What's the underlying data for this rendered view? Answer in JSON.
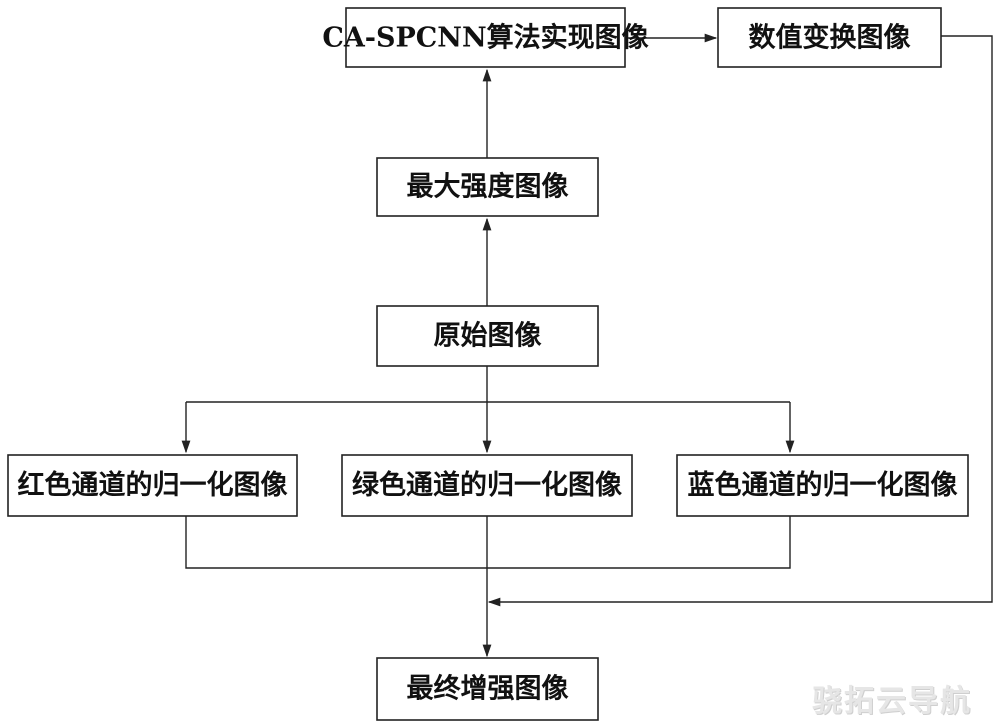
{
  "nodes": {
    "ca_spcnn": "CA-SPCNN算法实现图像",
    "value_transform": "数值变换图像",
    "max_intensity": "最大强度图像",
    "original": "原始图像",
    "red_norm": "红色通道的归一化图像",
    "green_norm": "绿色通道的归一化图像",
    "blue_norm": "蓝色通道的归一化图像",
    "final_enhanced": "最终增强图像"
  },
  "watermark": "骁拓云导航",
  "colors": {
    "line": "#222222",
    "box_fill": "#ffffff",
    "text": "#111111"
  }
}
